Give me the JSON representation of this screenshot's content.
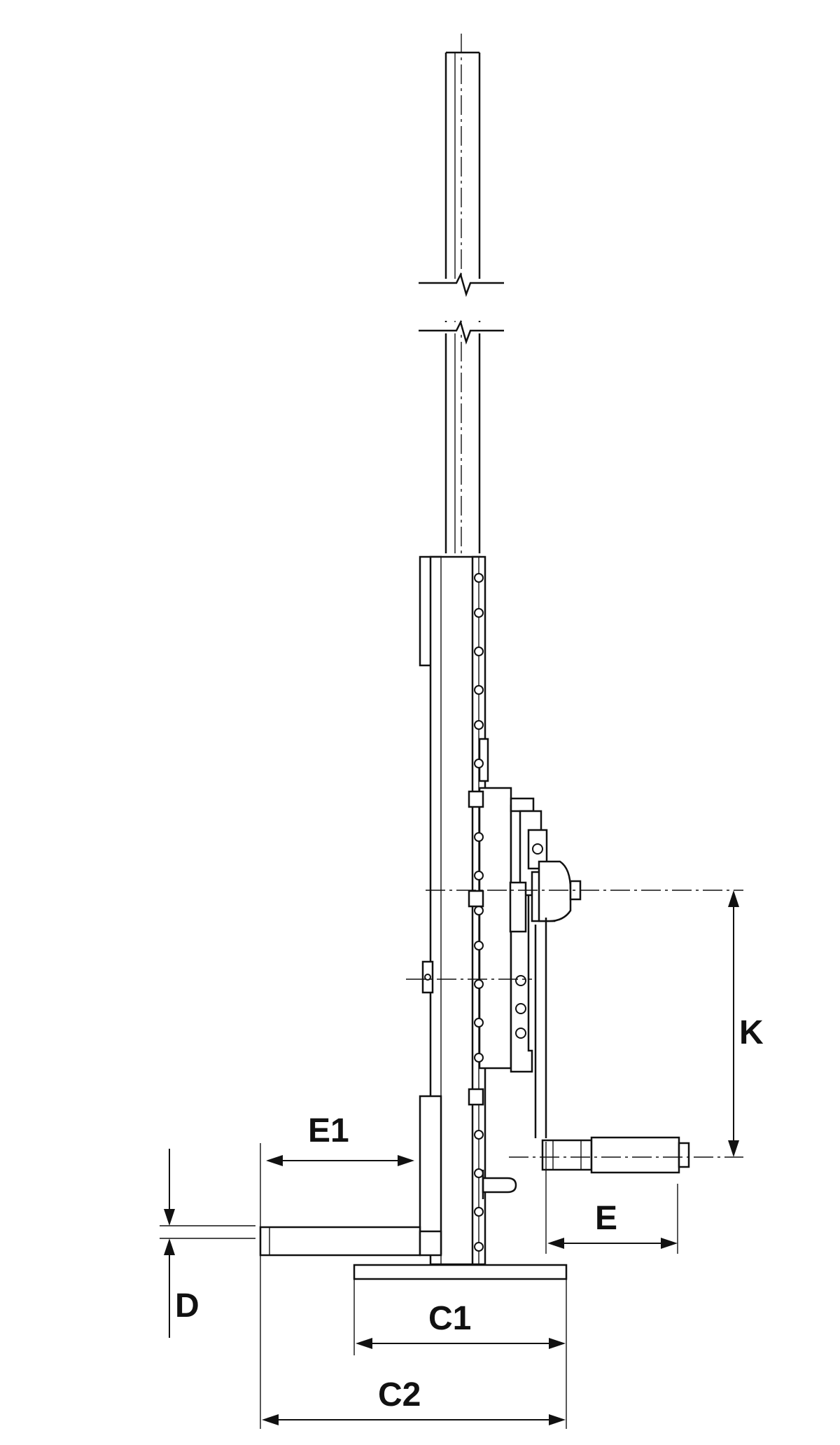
{
  "labels": {
    "k": "K",
    "e1": "E1",
    "e": "E",
    "d": "D",
    "c1": "C1",
    "c2": "C2"
  }
}
